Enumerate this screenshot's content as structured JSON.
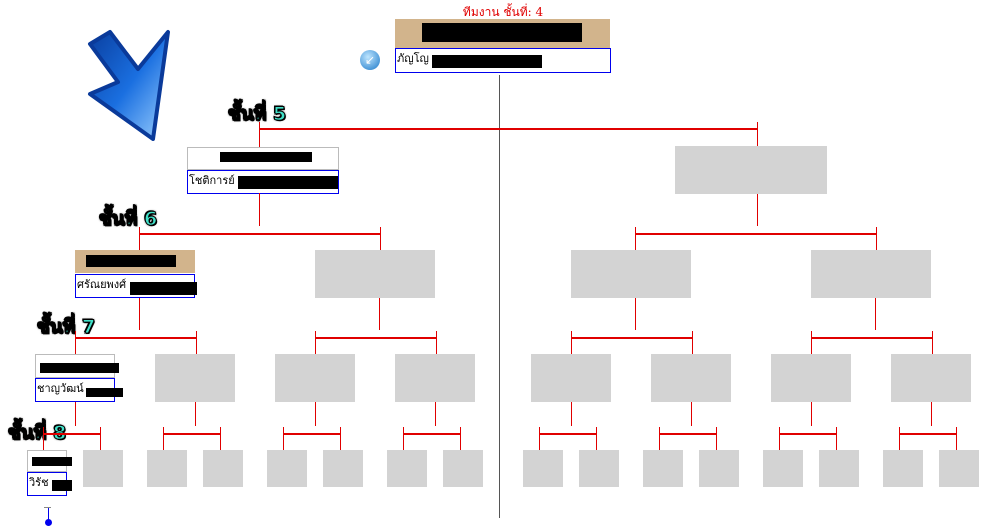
{
  "title": "ทีมงาน ชั้นที่: 4",
  "levels": {
    "l5": "ชั้นที่ 5",
    "l6": "ชั้นที่ 6",
    "l7": "ชั้นที่ 7",
    "l8": "ชั้นที่ 8"
  },
  "nodes": {
    "top": {
      "name": "ภัญโญ"
    },
    "n5": {
      "name": "โชติการย์"
    },
    "n6": {
      "name": "ศรัณยพงศ์"
    },
    "n7": {
      "name": "ชาญวัฒน์"
    },
    "n8": {
      "name": "วิรัช"
    }
  },
  "colors": {
    "accent": "#e00000",
    "level_label": "#40e0c8",
    "link_border": "#0000ee",
    "header_tan": "#d2b48c",
    "empty": "#d3d3d3"
  }
}
